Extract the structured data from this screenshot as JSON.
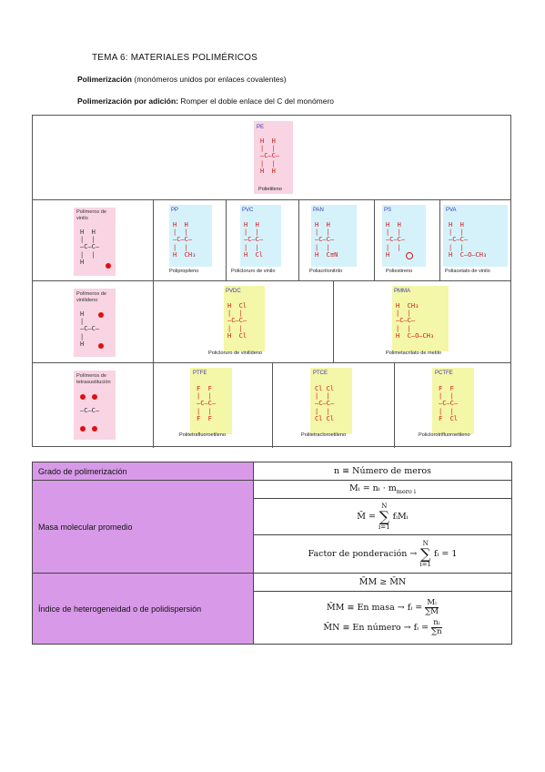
{
  "header": {
    "title": "TEMA 6: MATERIALES POLIMÉRICOS",
    "poly_bold": "Polimerización",
    "poly_rest": " (monómeros unidos por enlaces covalentes)",
    "add_bold": "Polimerización por adición:",
    "add_rest": " Romper el doble enlace del C del monómero"
  },
  "grid": {
    "pe": {
      "code": "PE",
      "name": "Polietileno"
    },
    "row1_label": "Polímeros de\nvinilo",
    "row1": [
      {
        "code": "PP",
        "name": "Polipropileno"
      },
      {
        "code": "PVC",
        "name": "Policloruro de vinilo"
      },
      {
        "code": "PAN",
        "name": "Poliacrilonitrilo"
      },
      {
        "code": "PS",
        "name": "Poliestireno"
      },
      {
        "code": "PVA",
        "name": "Poliacetato de vinilo"
      }
    ],
    "row2_label": "Polímeros de\nvinilideno",
    "row2": [
      {
        "code": "PVDC",
        "name": "Policloruro de vinilideno"
      },
      {
        "code": "PMMA",
        "name": "Polimetacrilato de metilo"
      }
    ],
    "row3_label": "Polímeros de\ntetrasustitución",
    "row3": [
      {
        "code": "PTFE",
        "name": "Politetrafluoroetileno"
      },
      {
        "code": "PTCE",
        "name": "Politetracloroetileno"
      },
      {
        "code": "PCTFE",
        "name": "Policlorotrifluoroetileno"
      }
    ]
  },
  "table": {
    "grado_label": "Grado de polimerización",
    "grado_formula": "n ≡ Número de meros",
    "masa_label": "Masa molecular promedio",
    "masa_f1": "Mᵢ = nᵢ · m",
    "masa_f1_sub": "mero i",
    "masa_f2_left": "M̄ = ",
    "masa_f2_right": "fᵢMᵢ",
    "masa_f3_left": "Factor de ponderación → ",
    "masa_f3_right": "fᵢ = 1",
    "sum_top": "N",
    "sum_bottom": "i=1",
    "indice_label": "Índice de heterogeneidad o de polidispersión",
    "ind_f1": "M̄M ≥ M̄N",
    "ind_f2_left": "M̄M ≡ En masa → fᵢ = ",
    "ind_f2_num": "Mᵢ",
    "ind_f2_den": "∑M",
    "ind_f3_left": "M̄N ≡ En número → fᵢ = ",
    "ind_f3_num": "nᵢ",
    "ind_f3_den": "∑n"
  }
}
